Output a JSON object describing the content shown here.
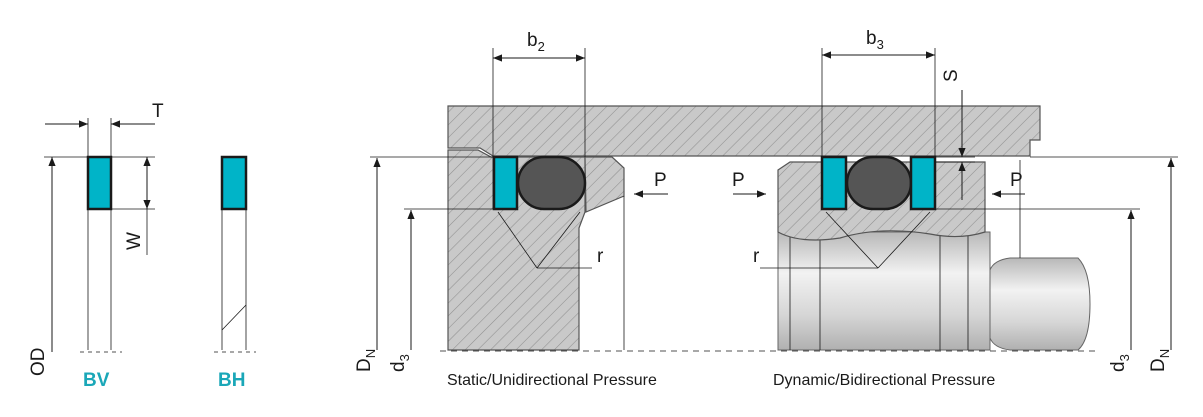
{
  "colors": {
    "ring_accent": "#00b4c8",
    "oring": "#555555",
    "steel": "#c4c4c4",
    "label_accent": "#1aa7b8"
  },
  "variants": {
    "bv": "BV",
    "bh": "BH"
  },
  "dimensions": {
    "t": "T",
    "w": "W",
    "od": "OD",
    "b": "b",
    "b2_sub": "2",
    "b3_sub": "3",
    "s": "S",
    "d": "d",
    "d3_sub": "3",
    "dn_main": "D",
    "dn_sub": "N",
    "r": "r",
    "p": "P"
  },
  "captions": {
    "static": "Static/Unidirectional Pressure",
    "dynamic": "Dynamic/Bidirectional Pressure"
  }
}
